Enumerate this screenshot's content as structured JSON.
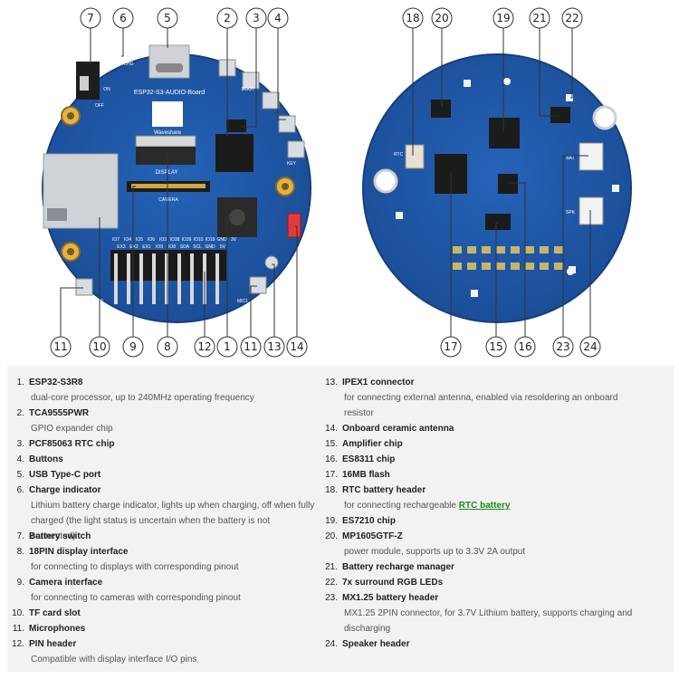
{
  "board_silkscreen": {
    "board_name": "ESP32-S3-AUDIO-Board",
    "brand": "Waveshare",
    "display": "DISPLAY",
    "camera": "CAMERA",
    "chg": "CHG",
    "on": "ON",
    "off": "OFF",
    "boot": "BOOT",
    "key": "KEY",
    "rtc_left": "RTC",
    "bat": "BAT",
    "spk": "SPK",
    "mic1": "MIC1",
    "mic2": "MIC2",
    "pin_row1": [
      "IO7",
      "IO4",
      "IO5",
      "IO6",
      "IO3",
      "IO38",
      "IO39",
      "IO10",
      "IO18",
      "GND",
      "3V"
    ],
    "pin_row2": [
      "EX3",
      "EX2",
      "EX1",
      "IO9",
      "IO8",
      "SDA",
      "SCL",
      "GND",
      "5V"
    ]
  },
  "callouts": {
    "top_left": [
      "7",
      "6",
      "5",
      "2",
      "3",
      "4"
    ],
    "bottom_left": [
      "11",
      "10",
      "9",
      "8",
      "12",
      "1",
      "11",
      "13",
      "14"
    ],
    "top_right": [
      "18",
      "20",
      "19",
      "21",
      "22"
    ],
    "bottom_right": [
      "17",
      "15",
      "16",
      "23",
      "24"
    ]
  },
  "legend_left": [
    {
      "num": "1.",
      "title": "ESP32-S3R8",
      "desc": "dual-core processor, up to 240MHz operating frequency"
    },
    {
      "num": "2.",
      "title": "TCA9555PWR",
      "desc": "GPIO expander chip"
    },
    {
      "num": "3.",
      "title": "PCF85063 RTC chip",
      "desc": ""
    },
    {
      "num": "4.",
      "title": "Buttons",
      "desc": ""
    },
    {
      "num": "5.",
      "title": "USB Type-C port",
      "desc": ""
    },
    {
      "num": "6.",
      "title": "Charge indicator",
      "desc": "Lithium battery charge indicator, lights up when charging, off when fully",
      "desc2": "charged (the light status is uncertain when the battery is not connected)"
    },
    {
      "num": "7.",
      "title": "Battery switch",
      "desc": ""
    },
    {
      "num": "8.",
      "title": "18PIN display interface",
      "desc": "for connecting to displays with corresponding pinout"
    },
    {
      "num": "9.",
      "title": "Camera interface",
      "desc": "for connecting to cameras with corresponding pinout"
    },
    {
      "num": "10.",
      "title": "TF card slot",
      "desc": ""
    },
    {
      "num": "11.",
      "title": "Microphones",
      "desc": ""
    },
    {
      "num": "12.",
      "title": "PIN header",
      "desc": "Compatible with display interface I/O pins"
    }
  ],
  "legend_right": [
    {
      "num": "13.",
      "title": "IPEX1 connector",
      "desc": "for connecting external antenna, enabled via resoldering an onboard",
      "desc2": "resistor"
    },
    {
      "num": "14.",
      "title": "Onboard ceramic antenna",
      "desc": ""
    },
    {
      "num": "15.",
      "title": "Amplifier chip",
      "desc": ""
    },
    {
      "num": "16.",
      "title": "ES8311 chip",
      "desc": ""
    },
    {
      "num": "17.",
      "title": "16MB flash",
      "desc": ""
    },
    {
      "num": "18.",
      "title": "RTC battery header",
      "desc": "for connecting rechargeable ",
      "link": "RTC battery"
    },
    {
      "num": "19.",
      "title": "ES7210 chip",
      "desc": ""
    },
    {
      "num": "20.",
      "title": "MP1605GTF-Z",
      "desc": "power module, supports up to 3.3V 2A output"
    },
    {
      "num": "21.",
      "title": "Battery recharge manager",
      "desc": ""
    },
    {
      "num": "22.",
      "title": "7x surround RGB LEDs",
      "desc": ""
    },
    {
      "num": "23.",
      "title": "MX1.25 battery header",
      "desc": "MX1.25 2PIN connector, for 3.7V Lithium battery, supports charging and",
      "desc2": "discharging"
    },
    {
      "num": "24.",
      "title": "Speaker header",
      "desc": ""
    }
  ],
  "colors": {
    "pcb": "#1f57a8",
    "pcb_dark": "#174a92",
    "gold": "#e0b24a",
    "silver": "#d9dce0",
    "chip": "#1b1b1b",
    "link": "#1a8c1a",
    "legend_bg": "#f2f2f2"
  }
}
